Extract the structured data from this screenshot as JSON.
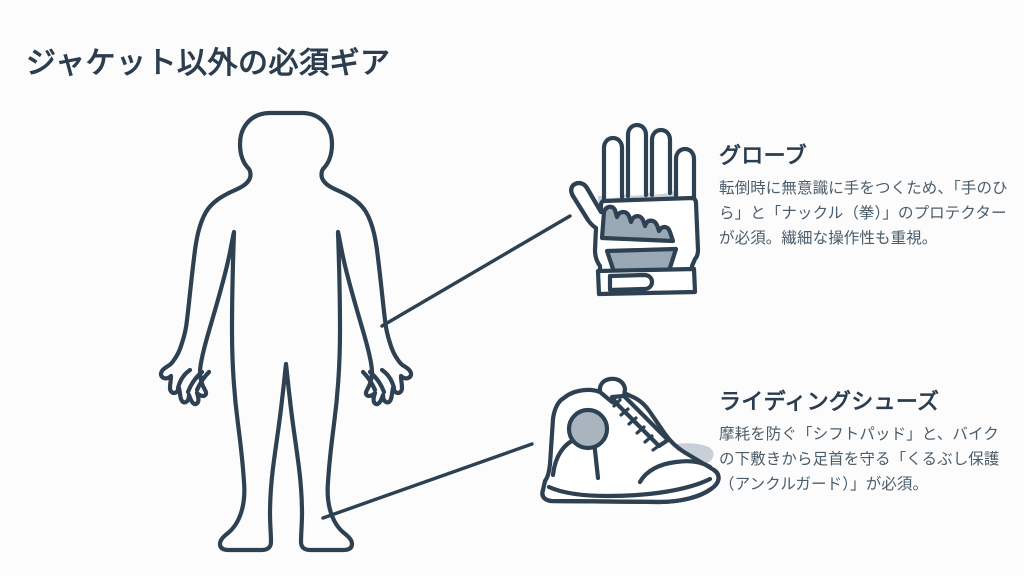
{
  "page": {
    "title": "ジャケット以外の必須ギア",
    "background_color": "#fcfcfc",
    "line_color": "#2d4152",
    "accent_gray": "#c2cad3",
    "heading_color": "#2b3d4e",
    "body_color": "#4b5d6b"
  },
  "figure": {
    "body_silhouette_name": "human-body-silhouette",
    "connectors": [
      {
        "name": "connector-hand-to-gloves",
        "from": "left-hand",
        "to": "gloves-illustration"
      },
      {
        "name": "connector-foot-to-shoes",
        "from": "left-foot",
        "to": "shoes-illustration"
      }
    ],
    "illustrations": [
      {
        "name": "gloves-illustration",
        "label": "motorcycle-glove"
      },
      {
        "name": "shoes-illustration",
        "label": "riding-boot"
      }
    ]
  },
  "callouts": [
    {
      "id": "gloves",
      "title": "グローブ",
      "body": "転倒時に無意識に手をつくため、「手のひら」と「ナックル（拳）」のプロテクターが必須。繊細な操作性も重視。"
    },
    {
      "id": "shoes",
      "title": "ライディングシューズ",
      "body": "摩耗を防ぐ「シフトパッド」と、バイクの下敷きから足首を守る「くるぶし保護（アンクルガード）」が必須。"
    }
  ]
}
